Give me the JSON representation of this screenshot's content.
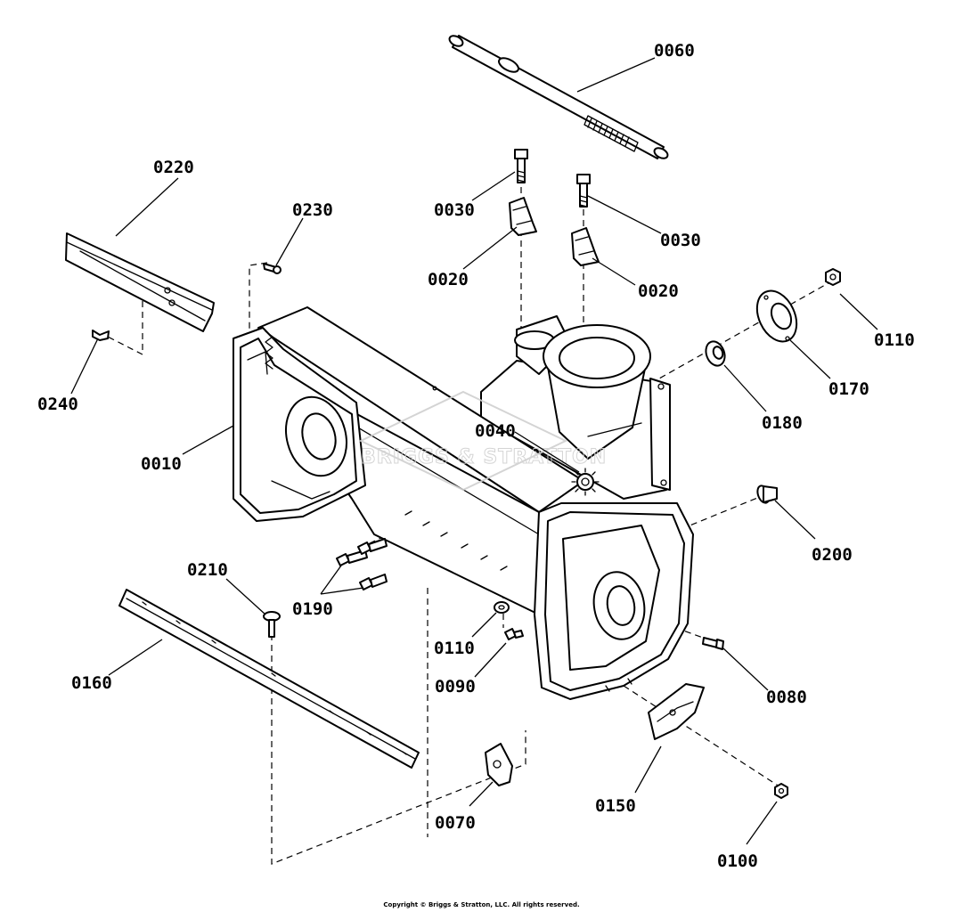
{
  "watermark": "BRIGGS & STRATTON",
  "copyright": "Copyright © Briggs & Stratton, LLC. All rights reserved.",
  "callouts": {
    "c0010": "0010",
    "c0020a": "0020",
    "c0020b": "0020",
    "c0030a": "0030",
    "c0030b": "0030",
    "c0040": "0040",
    "c0060": "0060",
    "c0070": "0070",
    "c0080": "0080",
    "c0090": "0090",
    "c0100": "0100",
    "c0110a": "0110",
    "c0110b": "0110",
    "c0150": "0150",
    "c0160": "0160",
    "c0170": "0170",
    "c0180": "0180",
    "c0190": "0190",
    "c0200": "0200",
    "c0210": "0210",
    "c0220": "0220",
    "c0230": "0230",
    "c0240": "0240"
  }
}
